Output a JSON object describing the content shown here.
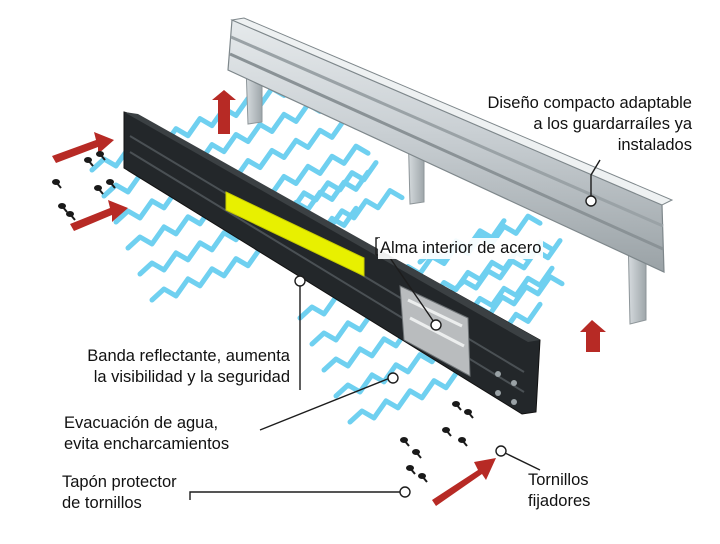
{
  "colors": {
    "wave": "#6fd0f0",
    "arrow": "#b72a25",
    "rail": "#c9cfd3",
    "rail_dark": "#8d9599",
    "barrier": "#23272a",
    "reflective": "#e8f000",
    "steel": "#b9bcbe"
  },
  "icons": {
    "arrows": "arrow-icon",
    "screws": "screw-icon",
    "waves": "water-wave-icon"
  },
  "labels": {
    "compact": {
      "lines": [
        "Diseño compacto adaptable",
        "a los guardarraíles ya",
        "instalados"
      ]
    },
    "steel_core": {
      "lines": [
        "Alma interior de acero"
      ]
    },
    "reflective_band": {
      "lines": [
        "Banda reflectante, aumenta",
        "la visibilidad y la seguridad"
      ]
    },
    "water": {
      "lines": [
        "Evacuación de agua,",
        "evita encharcamientos"
      ]
    },
    "cap": {
      "lines": [
        "Tapón protector",
        "de tornillos"
      ]
    },
    "screws": {
      "lines": [
        "Tornillos",
        "fijadores"
      ]
    }
  }
}
